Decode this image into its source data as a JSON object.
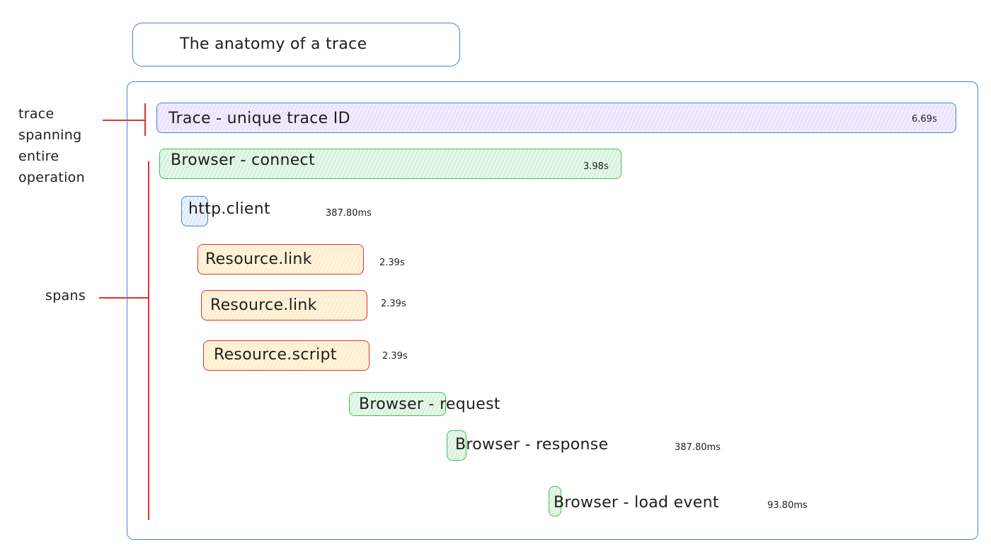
{
  "title": "The anatomy of a trace",
  "labels": {
    "trace": [
      "trace",
      "spanning",
      "entire",
      "operation"
    ],
    "spans": "spans"
  },
  "trace": {
    "name": "Trace - unique trace ID",
    "duration": "6.69s"
  },
  "spans": [
    {
      "name": "Browser - connect",
      "duration": "3.98s",
      "color": "#40c057"
    },
    {
      "name": "http.client",
      "duration": "387.80ms",
      "color": "#4a7fd4"
    },
    {
      "name": "Resource.link",
      "duration": "2.39s",
      "color": "#e03131"
    },
    {
      "name": "Resource.link",
      "duration": "2.39s",
      "color": "#e03131"
    },
    {
      "name": "Resource.script",
      "duration": "2.39s",
      "color": "#e03131"
    },
    {
      "name": "Browser - request",
      "duration": "",
      "color": "#40c057"
    },
    {
      "name": "Browser - response",
      "duration": "387.80ms",
      "color": "#40c057"
    },
    {
      "name": "Browser - load event",
      "duration": "93.80ms",
      "color": "#40c057"
    }
  ]
}
